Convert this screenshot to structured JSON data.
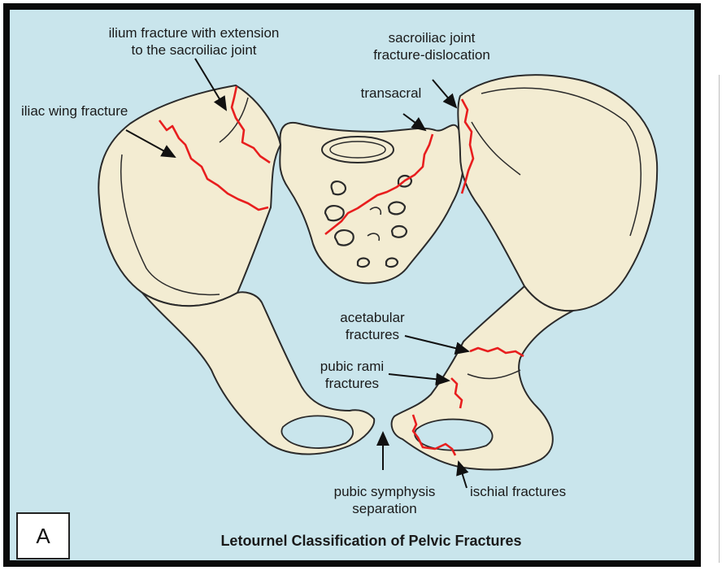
{
  "labels": {
    "ilium_line1": "ilium fracture with extension",
    "ilium_line2": "to the sacroiliac joint",
    "sacroiliac_line1": "sacroiliac joint",
    "sacroiliac_line2": "fracture-dislocation",
    "transacral": "transacral",
    "iliac_wing": "iliac wing fracture",
    "acetabular_line1": "acetabular",
    "acetabular_line2": "fractures",
    "pubic_rami_line1": "pubic rami",
    "pubic_rami_line2": "fractures",
    "symphysis_line1": "pubic symphysis",
    "symphysis_line2": "separation",
    "ischial": "ischial fractures"
  },
  "panel_letter": "A",
  "caption": "Letournel Classification of Pelvic Fractures",
  "colors": {
    "background": "#c9e5ec",
    "bone": "#f3ecd2",
    "outline": "#2b2b2b",
    "fracture": "#e81e1e",
    "frame": "#0a0a0a"
  }
}
